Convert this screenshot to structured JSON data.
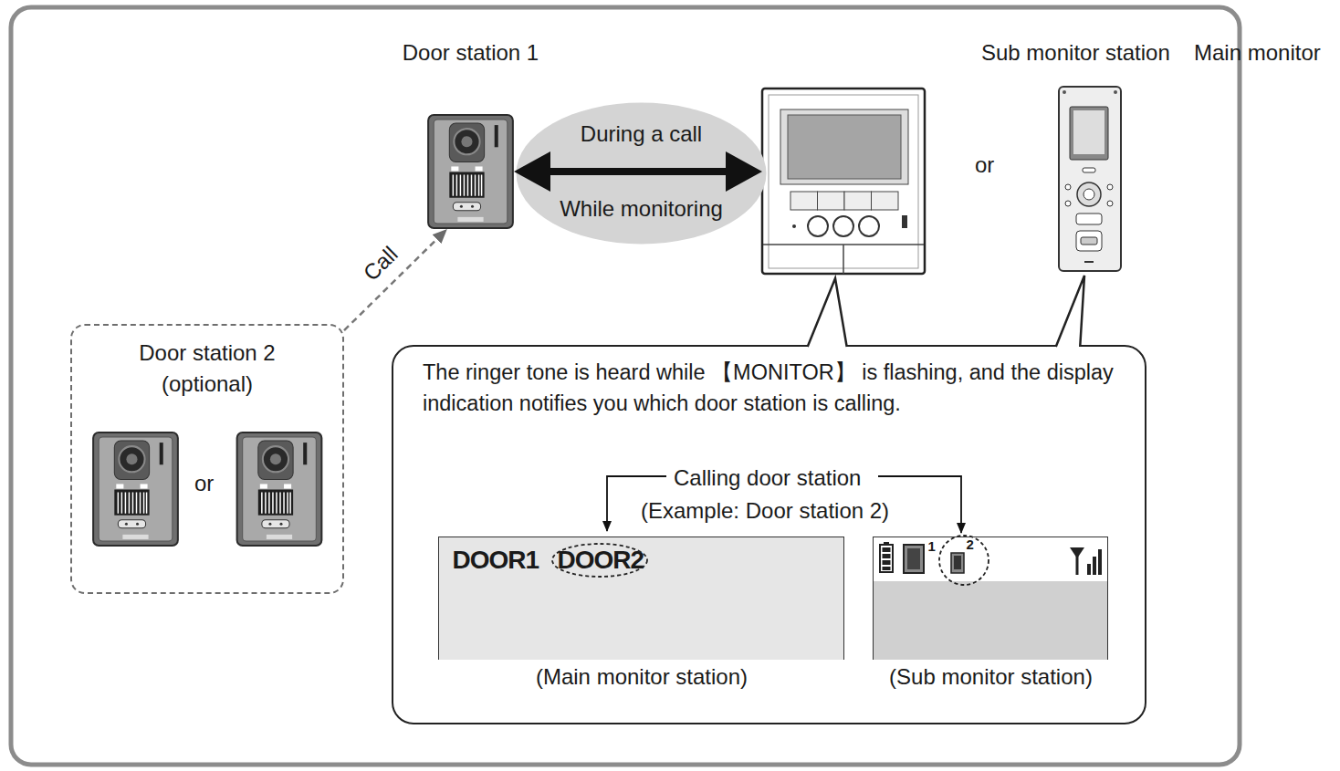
{
  "diagram": {
    "nodes": [
      {
        "text": [
          "Door station 1"
        ]
      },
      {
        "text": [
          "During a call",
          "While monitoring"
        ]
      },
      {
        "text": [
          "Main monitor"
        ]
      },
      {
        "text": [
          "Sub monitor station"
        ]
      },
      {
        "text": [
          "Door station 2 (optional)",
          "or"
        ]
      },
      {
        "text": [
          "The ringer tone is heard while 【MONITOR】 is flashing, and the display indication notifies you which door station is calling.",
          "Calling door station",
          "(Example: Door station 2)"
        ]
      },
      {
        "text": [
          "DOOR1",
          "DOOR2",
          "(Main monitor station)"
        ],
        "in": 5
      },
      {
        "text": [
          "1",
          "2",
          "(Sub monitor station)"
        ],
        "in": 5
      }
    ],
    "edges": [
      {
        "from": 0,
        "to": 2,
        "arrow": "both"
      },
      {
        "from": 4,
        "to": 0,
        "label": "Call",
        "arrow": "to"
      },
      {
        "from": 2,
        "to": 5,
        "arrow": "none"
      },
      {
        "from": 3,
        "to": 5,
        "arrow": "none"
      }
    ],
    "labels": [
      "or"
    ]
  }
}
